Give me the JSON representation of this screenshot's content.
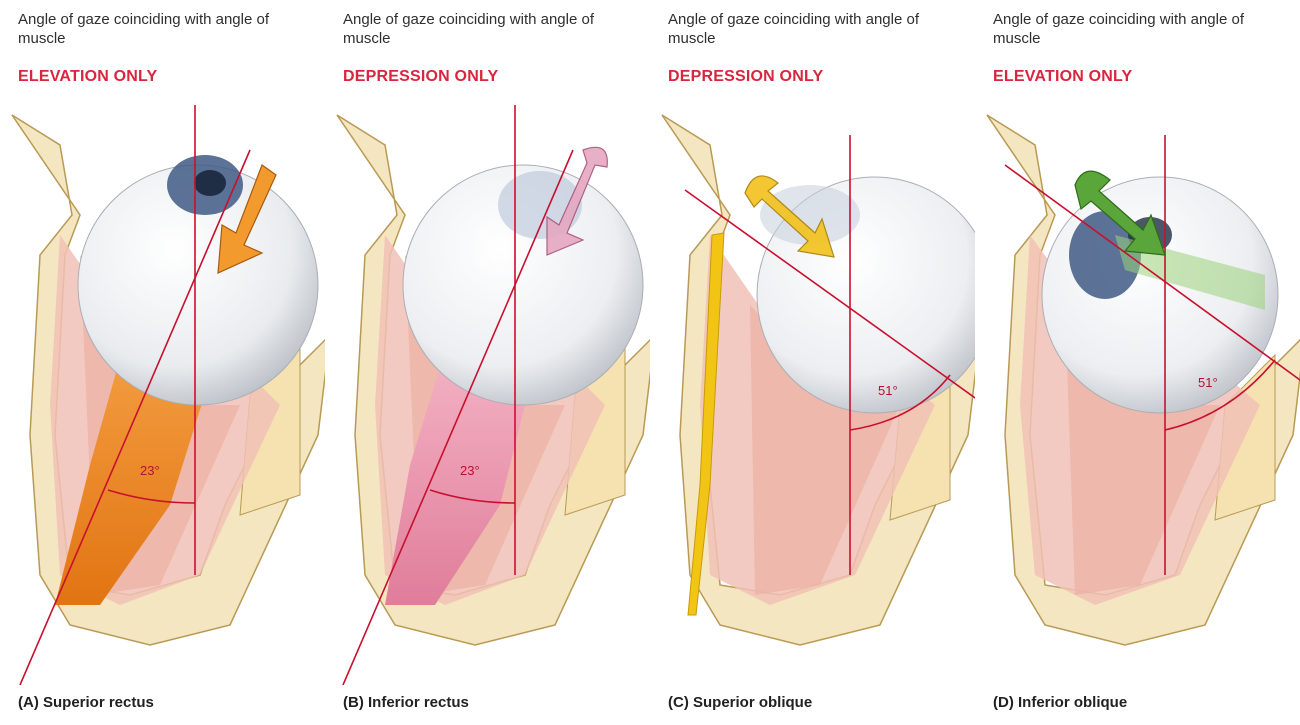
{
  "panels": [
    {
      "caption": "Angle of gaze coinciding with angle of muscle",
      "action": "ELEVATION ONLY",
      "angle": "23°",
      "label": "(A) Superior rectus",
      "muscle_color": "#f08a24",
      "arrow_color": "#f39a2e",
      "arrow_direction": "down-left",
      "icon": "orange-arrow-icon"
    },
    {
      "caption": "Angle of gaze coinciding with angle of muscle",
      "action": "DEPRESSION ONLY",
      "angle": "23°",
      "label": "(B) Inferior rectus",
      "muscle_color": "#e58aa6",
      "arrow_color": "#d98fb0",
      "arrow_direction": "down-left",
      "icon": "pink-arrow-icon"
    },
    {
      "caption": "Angle of gaze coinciding with angle of muscle",
      "action": "DEPRESSION ONLY",
      "angle": "51°",
      "label": "(C) Superior oblique",
      "muscle_color": "#f2c515",
      "arrow_color": "#f3c21c",
      "arrow_direction": "down-right",
      "icon": "yellow-arrow-icon"
    },
    {
      "caption": "Angle of gaze coinciding with angle of muscle",
      "action": "ELEVATION ONLY",
      "angle": "51°",
      "label": "(D) Inferior oblique",
      "muscle_color": "#9ad27a",
      "arrow_color": "#5aa63a",
      "arrow_direction": "down-right",
      "icon": "green-arrow-icon"
    }
  ],
  "colors": {
    "action_text": "#d7263d",
    "guide_line": "#c8102e",
    "bone": "#f4e6c0",
    "muscle_pink": "#f1c1b6"
  }
}
